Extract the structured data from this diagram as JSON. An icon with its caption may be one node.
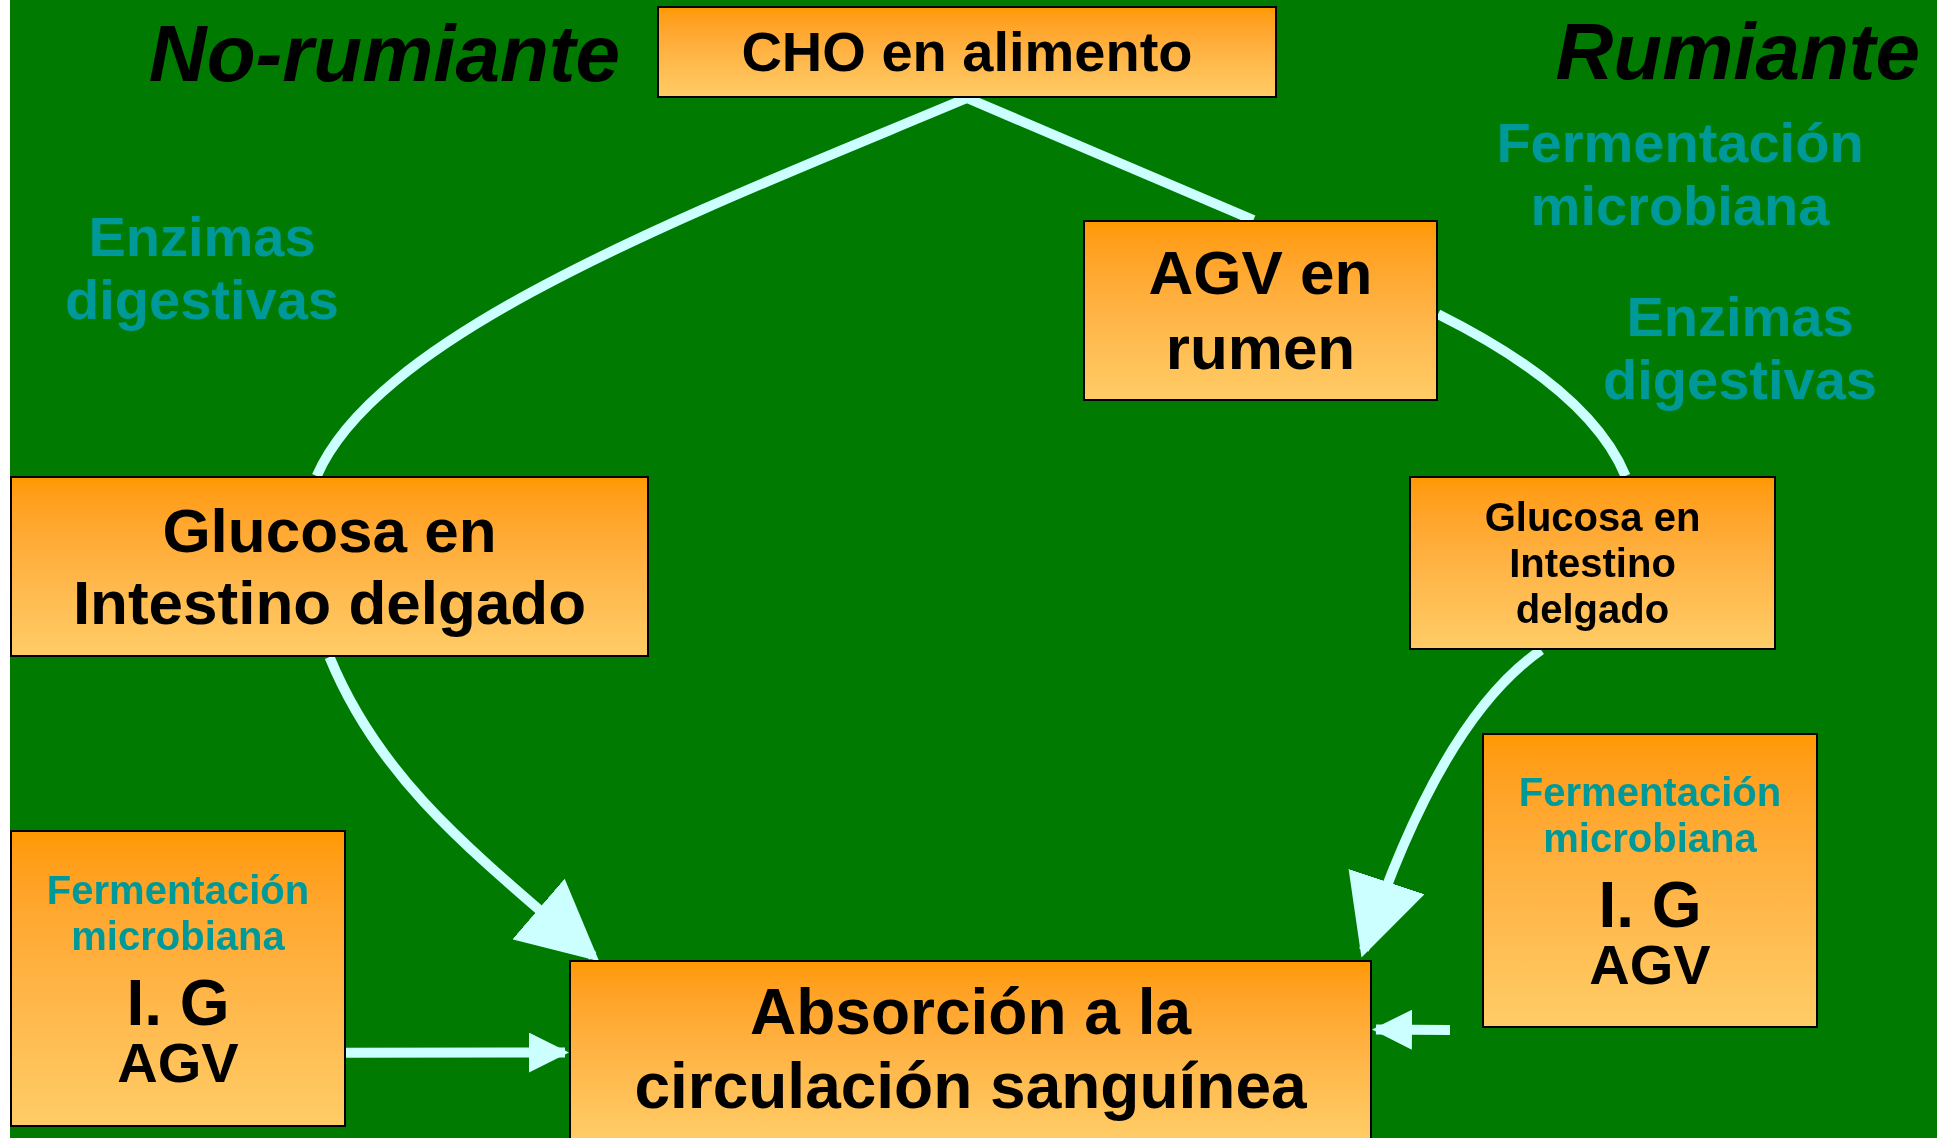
{
  "diagram": {
    "nodes": [
      {
        "text": [
          "CHO en alimento"
        ]
      },
      {
        "text": [
          "AGV en rumen"
        ]
      },
      {
        "text": [
          "Glucosa en Intestino delgado"
        ]
      },
      {
        "text": [
          "Glucosa en Intestino delgado"
        ]
      },
      {
        "text": [
          "Fermentación microbiana",
          "I. G",
          "AGV"
        ]
      },
      {
        "text": [
          "Fermentación microbiana",
          "I. G",
          "AGV"
        ]
      },
      {
        "text": [
          "Absorción a la circulación sanguínea"
        ]
      }
    ],
    "edges": [
      {
        "from": 0,
        "to": 2,
        "arrow": "none"
      },
      {
        "from": 0,
        "to": 1,
        "arrow": "none"
      },
      {
        "from": 1,
        "to": 3,
        "arrow": "none"
      },
      {
        "from": 2,
        "to": 6,
        "arrow": "to"
      },
      {
        "from": 3,
        "to": 6,
        "arrow": "to"
      },
      {
        "from": 4,
        "to": 6,
        "arrow": "to"
      },
      {
        "from": null,
        "to": 6,
        "arrow": "to"
      }
    ],
    "labels": [
      "No-rumiante",
      "Rumiante",
      "Fermentación microbiana",
      "Enzimas digestivas",
      "Enzimas digestivas"
    ]
  }
}
